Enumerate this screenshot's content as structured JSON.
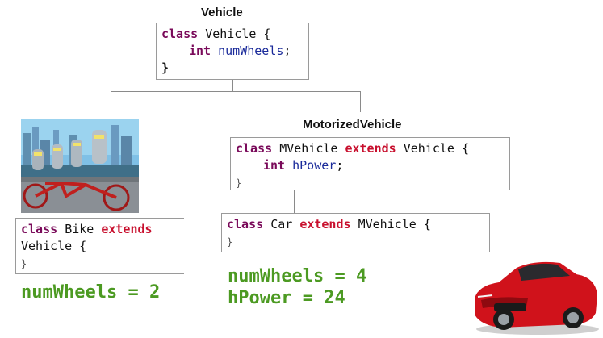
{
  "vehicle": {
    "title": "Vehicle",
    "line1_kw": "class",
    "line1_name": "Vehicle {",
    "line2_type": "int",
    "line2_field": "numWheels",
    "line2_end": ";",
    "close": "}"
  },
  "mvehicle": {
    "title": "MotorizedVehicle",
    "kw": "class",
    "name": "MVehicle",
    "extends": "extends",
    "parent": "Vehicle {",
    "type": "int",
    "field": "hPower",
    "end": ";",
    "close": "}"
  },
  "bike": {
    "kw": "class",
    "name": "Bike",
    "extends": "extends",
    "parent": "Vehicle {",
    "close": "}",
    "value": "numWheels = 2"
  },
  "car": {
    "kw": "class",
    "name": "Car",
    "extends": "extends",
    "parent": "MVehicle {",
    "close": "}",
    "value1": "numWheels = 4",
    "value2": "hPower = 24"
  },
  "colors": {
    "keyword": "#7a0a5a",
    "extends": "#c8102e",
    "field": "#1a2a9a",
    "value": "#4c9a22"
  },
  "images": [
    "robot-tandem-bike-image",
    "red-sports-car-image"
  ]
}
